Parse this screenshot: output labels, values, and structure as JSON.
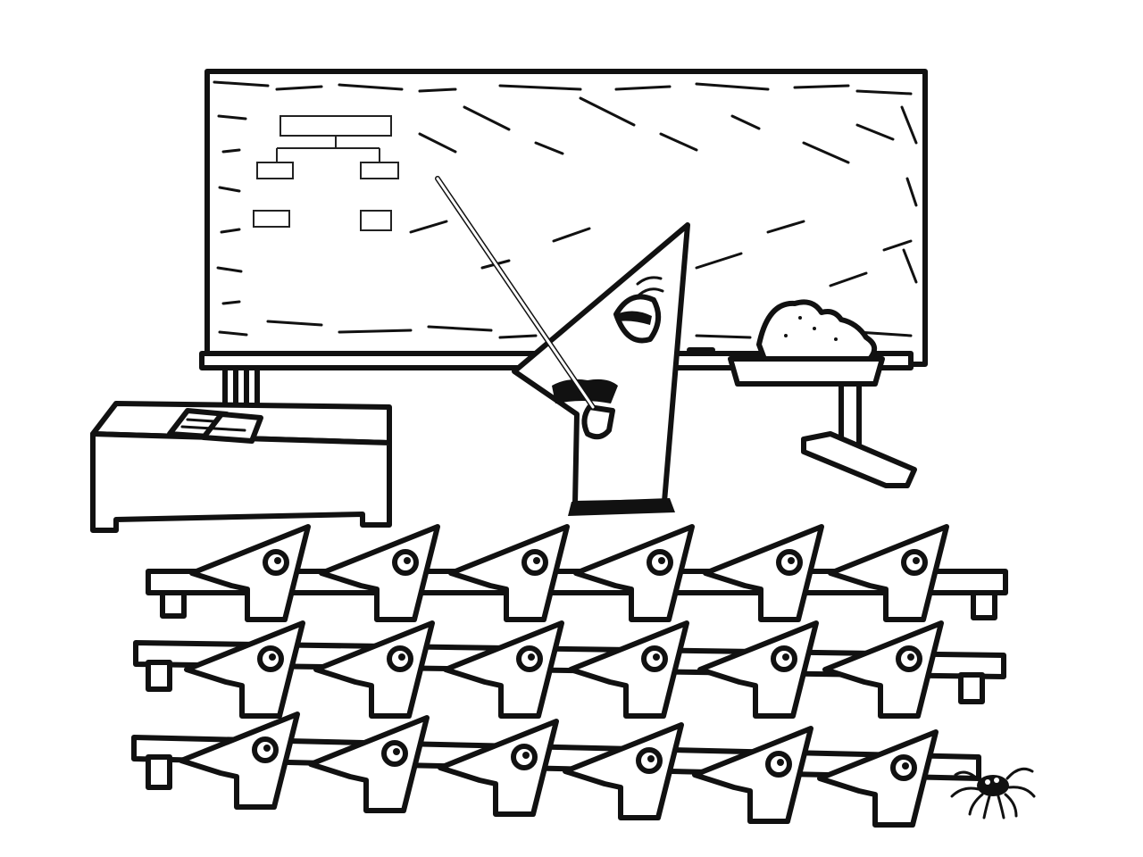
{
  "scene": {
    "kind": "cartoon-illustration",
    "subject": "classroom",
    "colors": {
      "ink": "#111111",
      "paper": "#ffffff"
    },
    "teacher": {
      "eyes": "half-closed"
    },
    "student_rows": [
      {
        "row": 1,
        "students": 6
      },
      {
        "row": 2,
        "students": 6
      },
      {
        "row": 3,
        "students": 6
      }
    ],
    "extras": [
      "open-book",
      "pointer-stick",
      "paper-pile",
      "spider"
    ]
  }
}
